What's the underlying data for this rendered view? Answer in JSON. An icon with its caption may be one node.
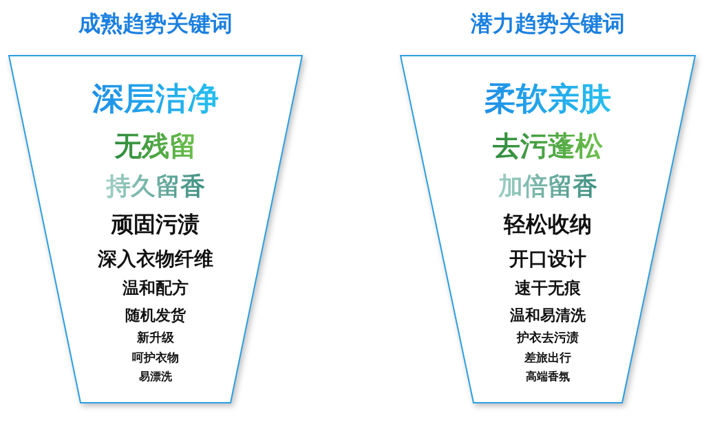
{
  "diagram": {
    "nodes": [
      {
        "text": [
          "成熟趋势关键词",
          "深层洁净",
          "无残留",
          "持久留香",
          "顽固污渍",
          "深入衣物纤维",
          "温和配方",
          "随机发货",
          "新升级",
          "呵护衣物",
          "易漂洗"
        ]
      },
      {
        "text": [
          "潜力趋势关键词",
          "柔软亲肤",
          "去污蓬松",
          "加倍留香",
          "轻松收纳",
          "开口设计",
          "速干无痕",
          "温和易清洗",
          "护衣去污渍",
          "差旅出行",
          "高端香氛"
        ]
      }
    ]
  }
}
